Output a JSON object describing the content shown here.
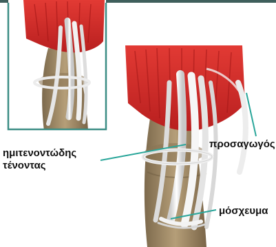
{
  "labels": {
    "semitendinosus_line1": "ημιτενοντώδης",
    "semitendinosus_line2": "τένοντας",
    "adductor": "προσαγωγός",
    "muscle_tissue": "μόσχευμα"
  },
  "colors": {
    "inset_frame": "#3b8d84",
    "leader_line": "#2aa69a",
    "muscle_red": "#d62a2a",
    "tendon_white": "#eeeeee",
    "bone_tan": "#a38d68"
  }
}
